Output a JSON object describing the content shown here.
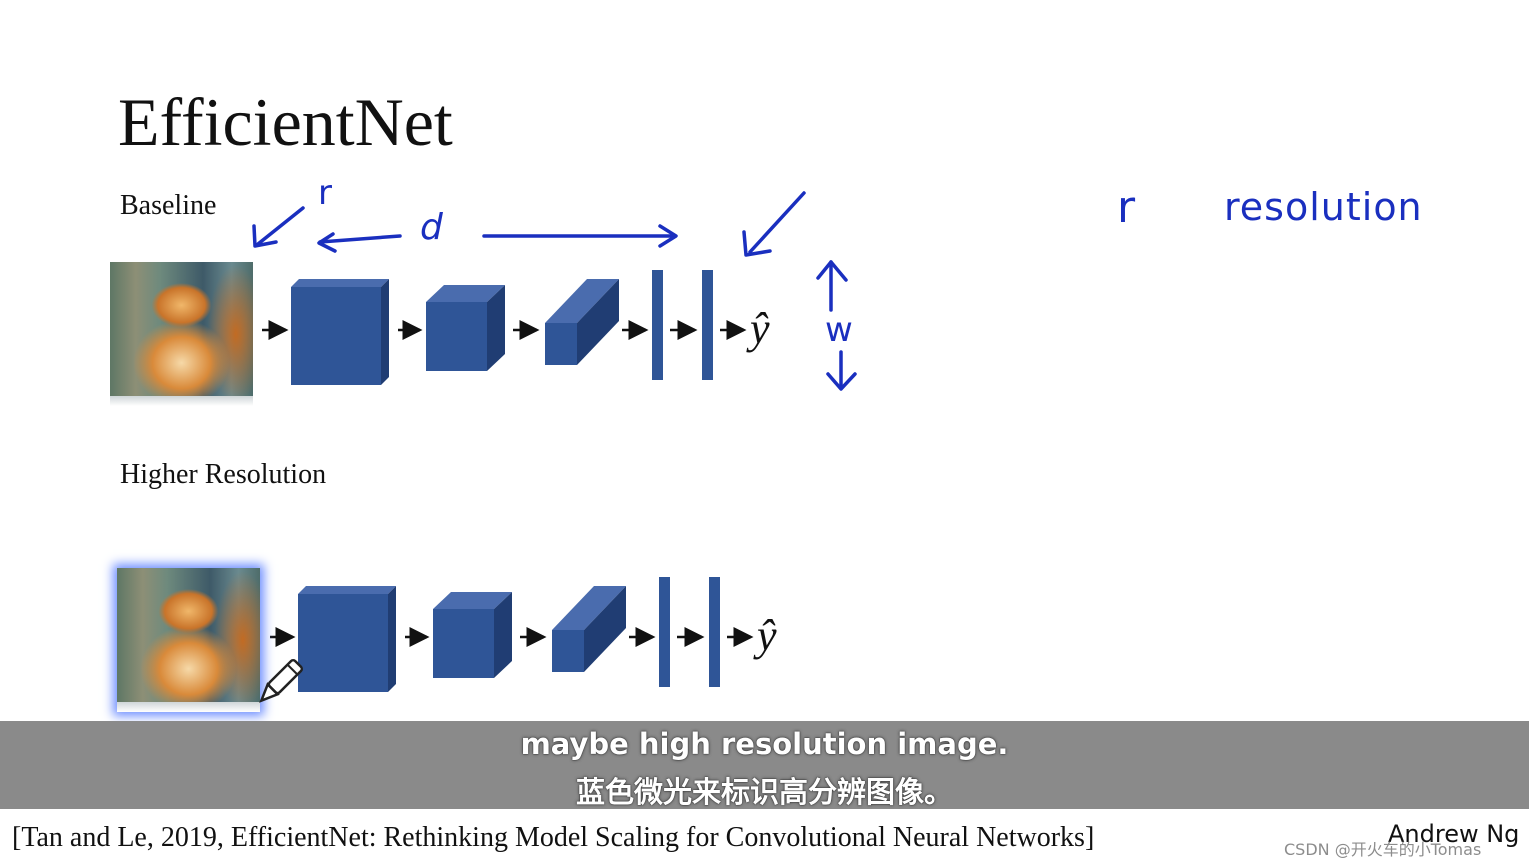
{
  "slide": {
    "title": "EfficientNet",
    "baseline_label": "Baseline",
    "higher_label": "Higher Resolution",
    "output_symbol": "ŷ",
    "annotations": {
      "r_small": "r",
      "d": "d",
      "w": "w",
      "r_legend": "r",
      "resolution_word": "resolution"
    },
    "network_color": "#2f5597",
    "ink_color": "#1a2fbf"
  },
  "caption": {
    "english": "maybe high resolution image.",
    "chinese": "蓝色微光来标识高分辨图像。"
  },
  "footer": {
    "citation": "[Tan and Le, 2019, EfficientNet: Rethinking Model Scaling for Convolutional Neural Networks]",
    "author": "Andrew Ng",
    "watermark": "CSDN @开火车的小Tomas"
  },
  "icons": {
    "pen": "pen-cursor-icon"
  }
}
